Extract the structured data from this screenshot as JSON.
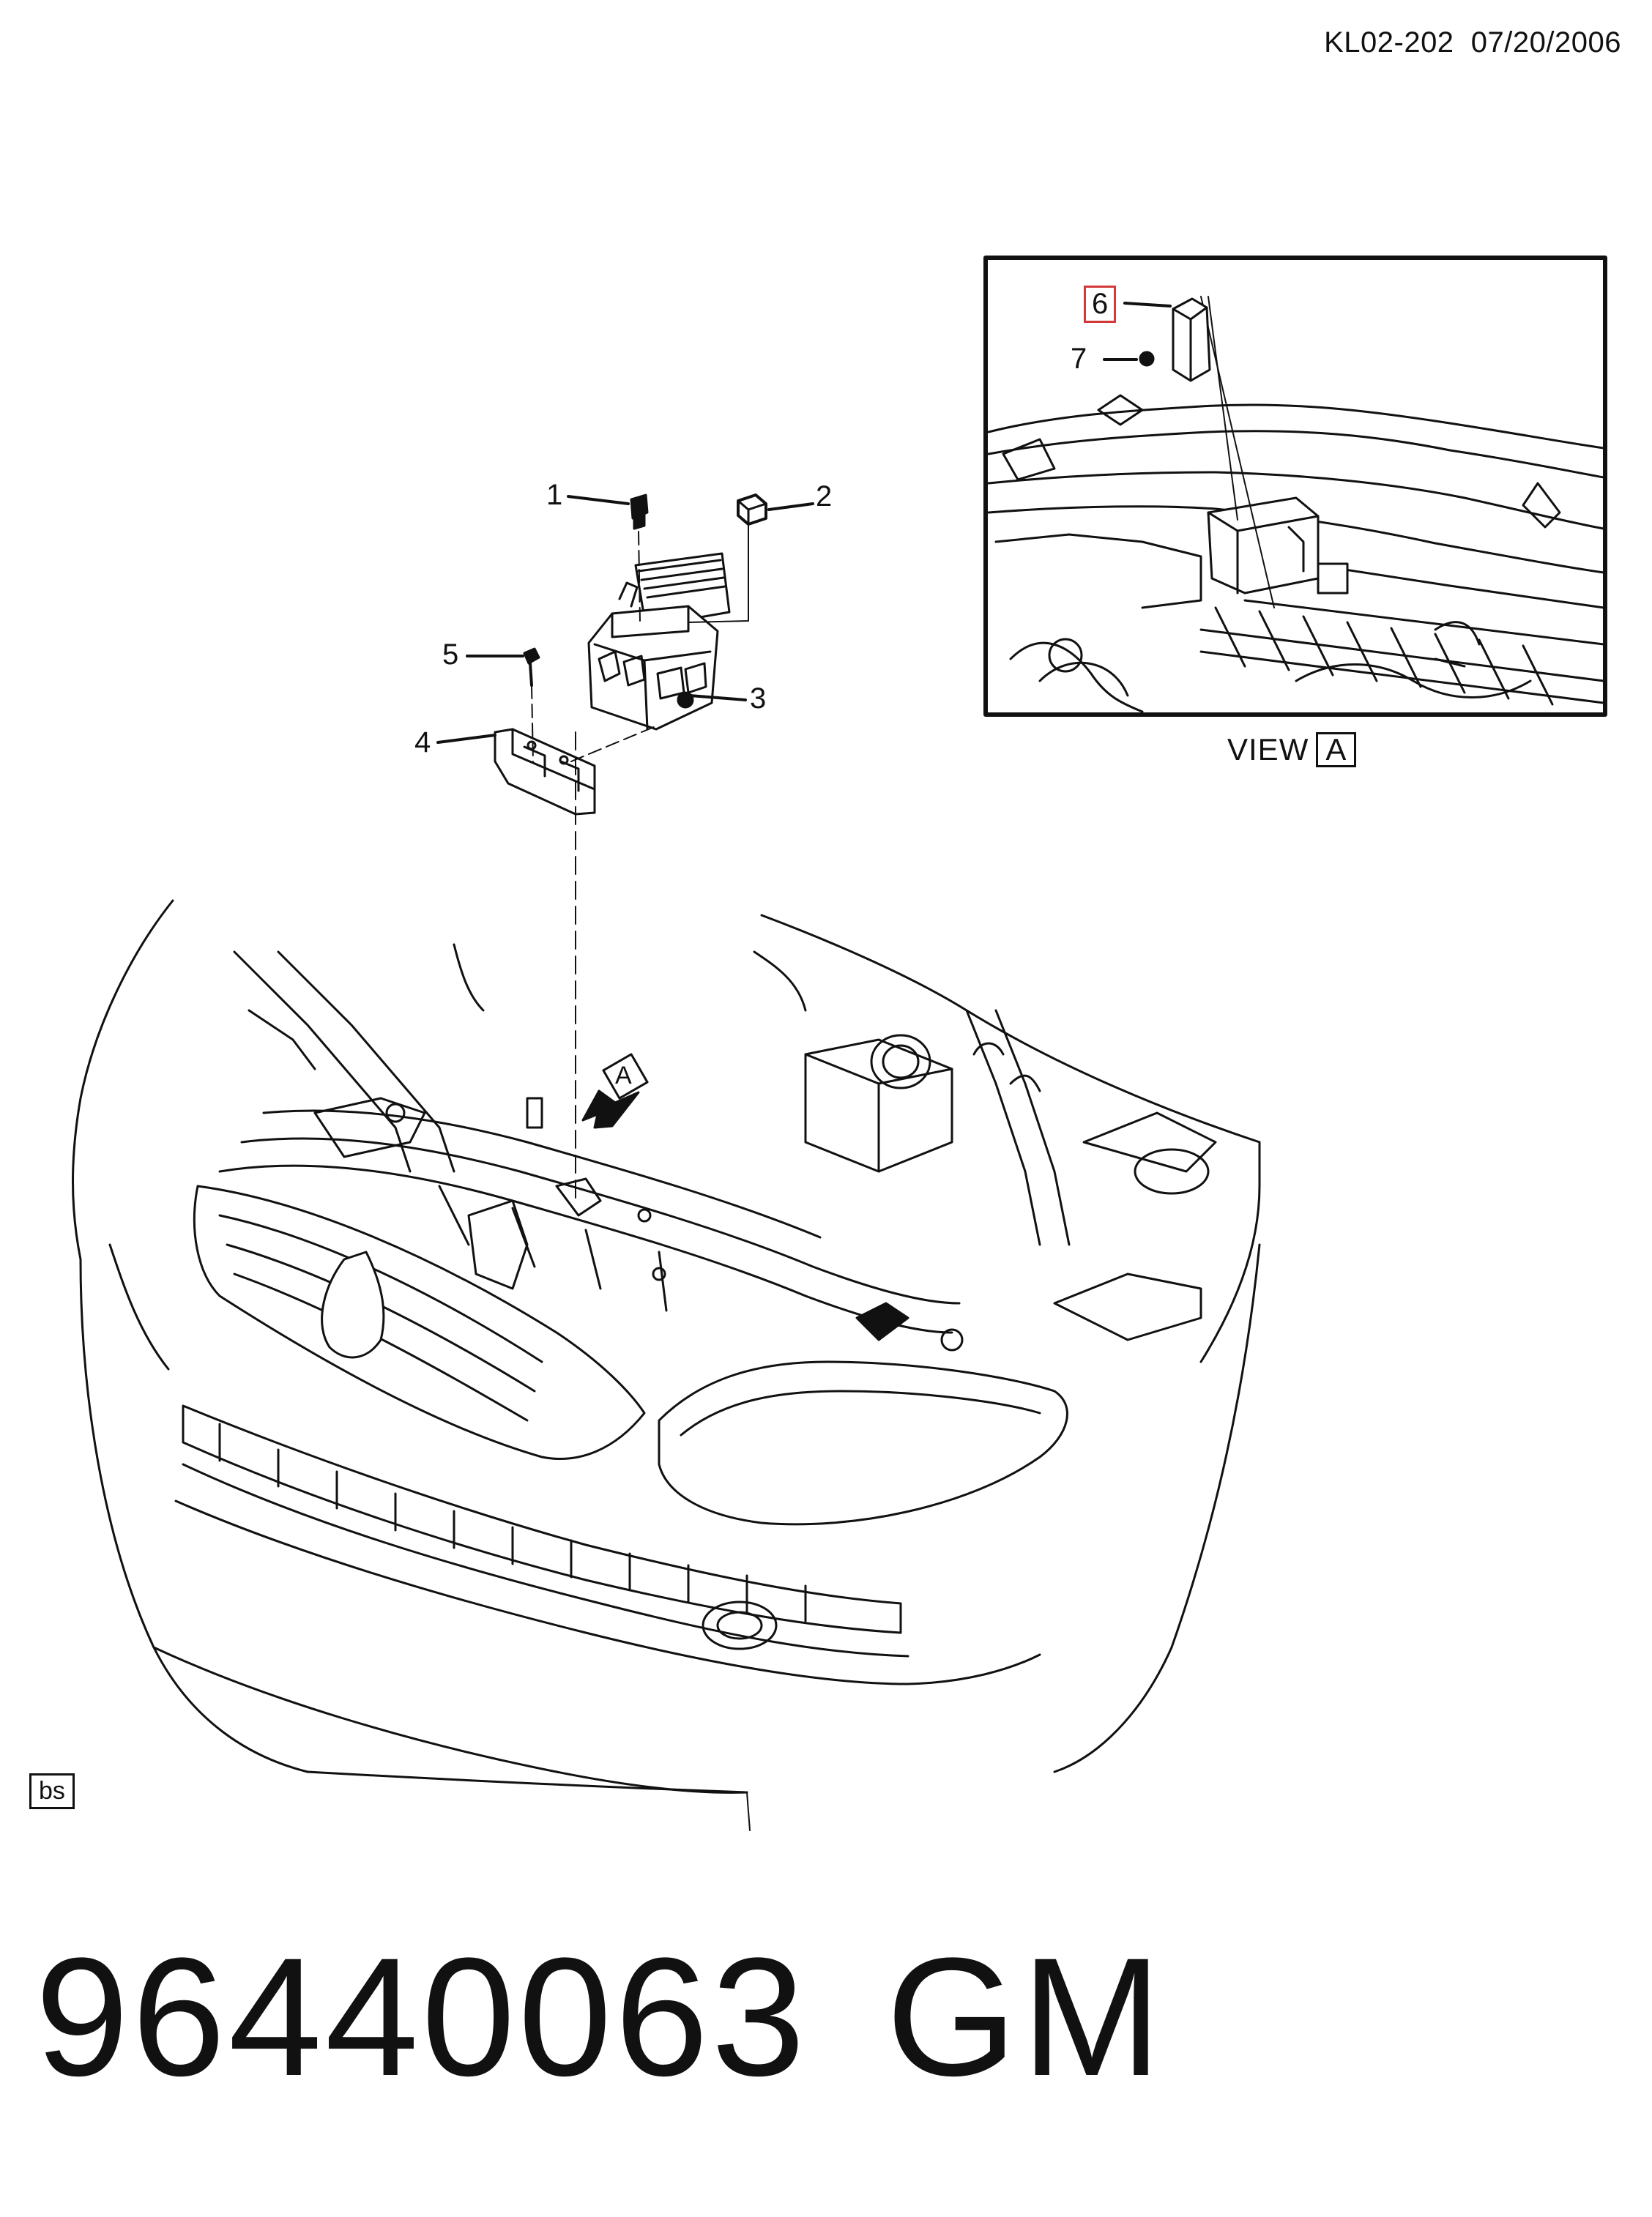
{
  "header": {
    "code": "KL02-202",
    "date": "07/20/2006"
  },
  "callouts": [
    {
      "id": "1",
      "label": "1"
    },
    {
      "id": "2",
      "label": "2"
    },
    {
      "id": "3",
      "label": "3"
    },
    {
      "id": "4",
      "label": "4"
    },
    {
      "id": "5",
      "label": "5"
    },
    {
      "id": "6",
      "label": "6",
      "highlighted": true
    },
    {
      "id": "7",
      "label": "7"
    }
  ],
  "view": {
    "label": "VIEW",
    "ref": "A"
  },
  "arrow_ref": "A",
  "tag": "bs",
  "footer": {
    "part_number": "96440063",
    "brand": "GM"
  },
  "colors": {
    "line": "#111111",
    "highlight": "#d23a3a",
    "background": "#ffffff"
  }
}
